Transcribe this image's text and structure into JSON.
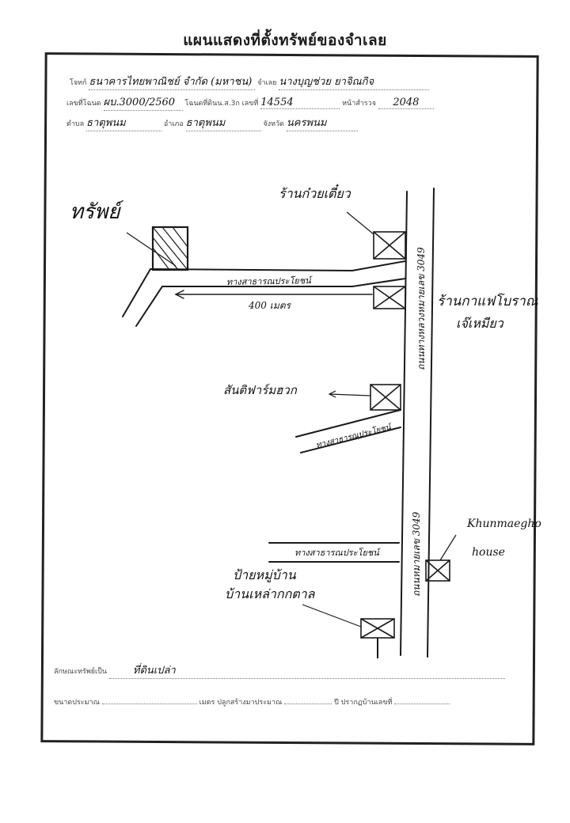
{
  "header": {
    "title": "แผนแสดงที่ตั้งทรัพย์ของจำเลย"
  },
  "form": {
    "plaintiff_label": "โจทก์",
    "plaintiff_value": "ธนาคารไทยพาณิชย์ จำกัด (มหาชน)",
    "defendant_label": "จำเลย",
    "defendant_value": "นางบุญช่วย ยาจิณกิจ",
    "deed_label": "เลขที่โฉนด",
    "deed_value": "ผบ.3000/2560",
    "land_label": "โฉนดที่ดินน.ส.3ก เลขที่",
    "land_value": "14554",
    "page_label": "หน้าสำรวจ",
    "page_value": "2048",
    "subdistrict_label": "ตำบล",
    "subdistrict_value": "ธาตุพนม",
    "district_label": "อำเภอ",
    "district_value": "ธาตุพนม",
    "province_label": "จังหวัด",
    "province_value": "นครพนม"
  },
  "map": {
    "property_label": "ทรัพย์",
    "shop_noodle": "ร้านก๋วยเตี๋ยว",
    "public_road_1": "ทางสาธารณประโยชน์",
    "distance": "400 เมตร",
    "coffee_shop_line1": "ร้านกาแฟโบราณ",
    "coffee_shop_line2": "เจ๊เหมียว",
    "highway_upper": "ถนนทางหลวงหมายเลข 3049",
    "farm": "สันติฟาร์มฮวก",
    "public_road_2": "ทางสาธารณประโยชน์",
    "public_road_3": "ทางสาธารณประโยชน์",
    "highway_lower": "ถนนหมายเลข 3049",
    "village_sign_line1": "ป้ายหมู่บ้าน",
    "village_sign_line2": "บ้านเหล่ากกตาล",
    "house_line1": "Khunmaegho",
    "house_line2": "house"
  },
  "footer": {
    "type_label": "ลักษณะทรัพย์เป็น",
    "type_value": "ที่ดินเปล่า",
    "size_label": "ขนาดประมาณ",
    "size_mid": "เมตร ปลูกสร้างมาประมาณ",
    "size_end": "ปี ปรากฏบ้านเลขที่"
  }
}
